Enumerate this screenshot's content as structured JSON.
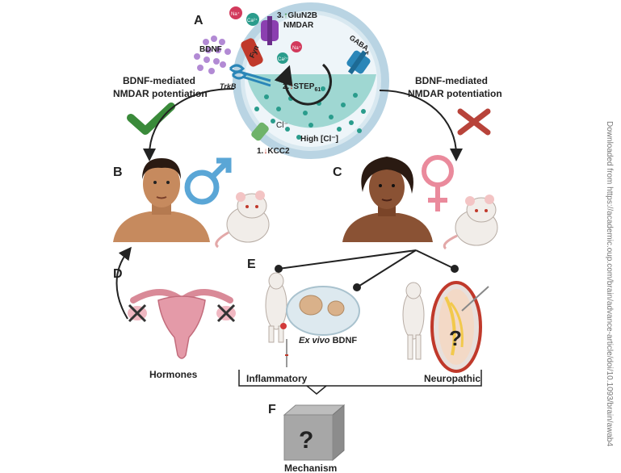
{
  "panels": {
    "A": "A",
    "B": "B",
    "C": "C",
    "D": "D",
    "E": "E",
    "F": "F"
  },
  "neuron": {
    "na_plus": "Na⁺",
    "ca_plus": "Ca²⁺",
    "step3_num": "3.",
    "glun2b": "GluN2B",
    "nmdar": "NMDAR",
    "gaba_a": "GABA",
    "gaba_a_sub": "A",
    "bdnf": "BDNF",
    "fyn": "Fyn",
    "trkb": "TrkB",
    "step2_num": "2.",
    "step61": "STEP",
    "step61_sub": "61",
    "cl_minus": "Cl⁻",
    "high_cl": "High [Cl⁻]",
    "step1_num": "1.",
    "kcc2": "KCC2"
  },
  "male_side": {
    "line1": "BDNF-mediated",
    "line2": "NMDAR potentiation",
    "result": "check"
  },
  "female_side": {
    "line1": "BDNF-mediated",
    "line2": "NMDAR potentiation",
    "result": "cross"
  },
  "hormones_label": "Hormones",
  "models": {
    "inflammatory": "Inflammatory",
    "ex_vivo_italic": "Ex vivo",
    "ex_vivo_rest": " BDNF",
    "neuropathic": "Neuropathic",
    "question": "?"
  },
  "mechanism": {
    "label": "Mechanism",
    "question": "?"
  },
  "side_note": "Downloaded from https://academic.oup.com/brain/advance-article/doi/10.1093/brain/awab4",
  "colors": {
    "male_symbol": "#5aa6d6",
    "female_symbol": "#ea8a9c",
    "check": "#3a8a3a",
    "cross": "#b8433a",
    "cell_fill": "#9fd7d2",
    "membrane": "#b9d4e3",
    "cl_dots": "#2a9c8c",
    "bdnf_dots": "#b28ad4",
    "nmdar": "#8b3fb0",
    "gaba_receptor": "#2a86b8",
    "skin_male": "#c68a5e",
    "skin_female": "#8a5234",
    "uterus": "#e49aa8",
    "cube": "#8c8c8c"
  }
}
